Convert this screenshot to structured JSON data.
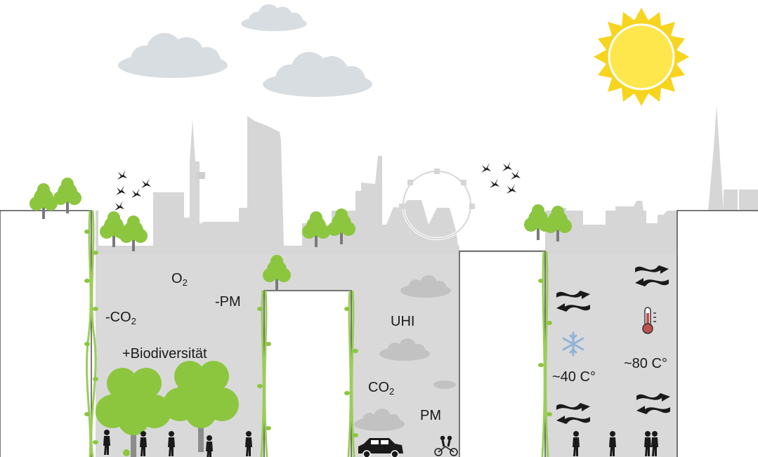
{
  "colors": {
    "sky": "#ffffff",
    "skyline": "#d6d6d6",
    "street": "#d9d9d9",
    "building": "#ffffff",
    "outline": "#4d4d4d",
    "green": "#8cc63f",
    "vine": "#9acd5a",
    "cloud_sky": "#d7dde1",
    "cloud_street": "#c2c2c2",
    "sun_rays": "#f7d41e",
    "sun_core": "#fde74c",
    "snowflake": "#8fb3d9",
    "thermometer": "#c0504d",
    "silhouette": "#1a1a1a"
  },
  "labels": {
    "o2": {
      "main": "O",
      "sub": "2"
    },
    "minus_co2": {
      "main": "-CO",
      "sub": "2"
    },
    "minus_pm": "-PM",
    "biodiversity": "+Biodiversität",
    "uhi": "UHI",
    "co2": {
      "main": "CO",
      "sub": "2"
    },
    "pm": "PM",
    "temp_green": "~40 C°",
    "temp_grey": "~80 C°"
  },
  "icons": [
    "sun-icon",
    "cloud-icon",
    "bird-icon",
    "tree-icon",
    "vine-icon",
    "snowflake-icon",
    "thermometer-icon",
    "airflow-arrows-icon",
    "car-icon",
    "cyclist-icon",
    "pedestrian-icon"
  ]
}
